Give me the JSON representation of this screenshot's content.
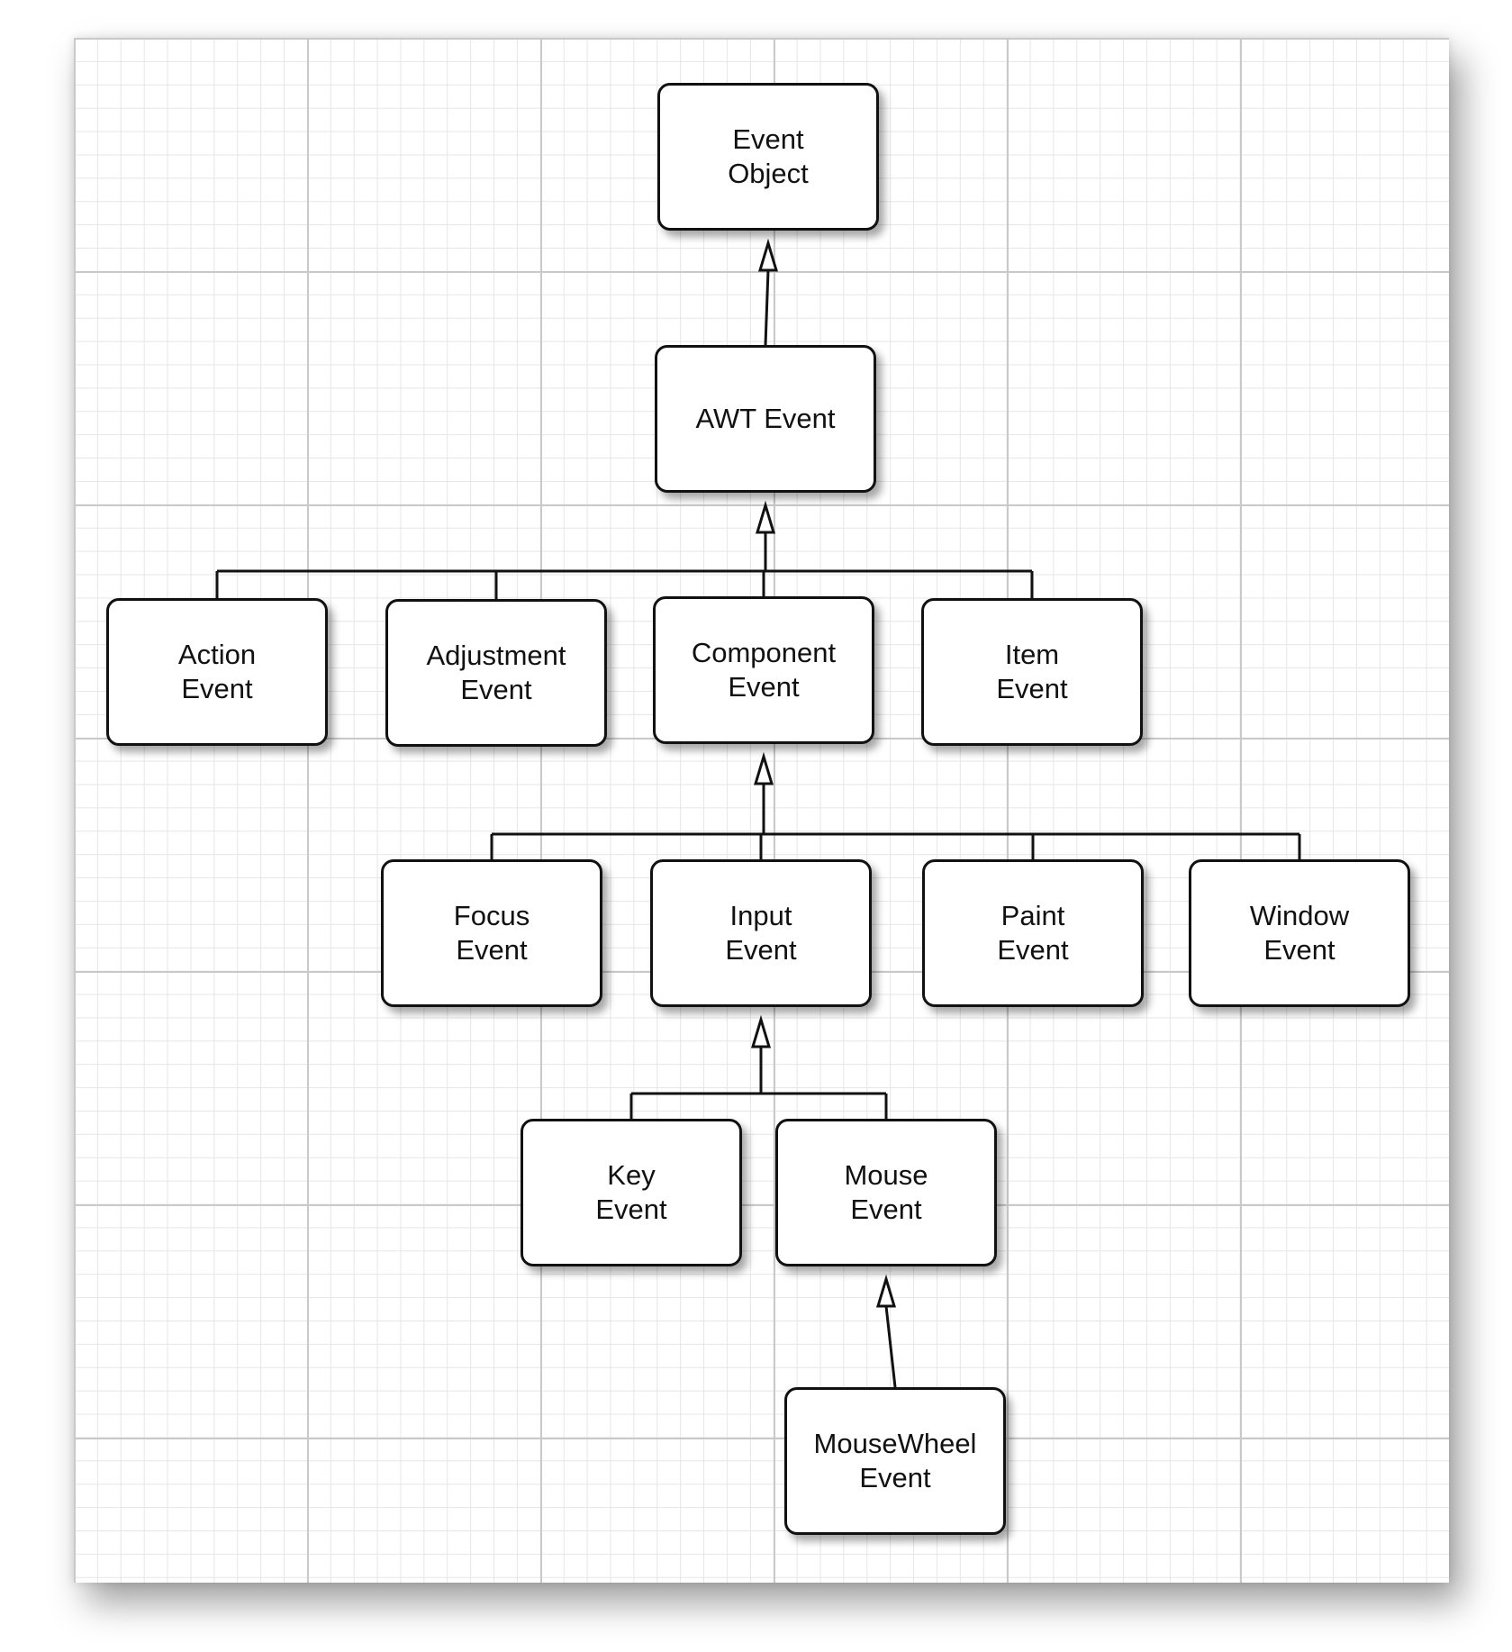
{
  "diagram": {
    "nodes": [
      {
        "id": "event_object",
        "lines": [
          "Event",
          "Object"
        ]
      },
      {
        "id": "awt_event",
        "lines": [
          "AWT Event"
        ]
      },
      {
        "id": "action_event",
        "lines": [
          "Action",
          "Event"
        ]
      },
      {
        "id": "adjustment_event",
        "lines": [
          "Adjustment",
          "Event"
        ]
      },
      {
        "id": "component_event",
        "lines": [
          "Component",
          "Event"
        ]
      },
      {
        "id": "item_event",
        "lines": [
          "Item",
          "Event"
        ]
      },
      {
        "id": "focus_event",
        "lines": [
          "Focus",
          "Event"
        ]
      },
      {
        "id": "input_event",
        "lines": [
          "Input",
          "Event"
        ]
      },
      {
        "id": "paint_event",
        "lines": [
          "Paint",
          "Event"
        ]
      },
      {
        "id": "window_event",
        "lines": [
          "Window",
          "Event"
        ]
      },
      {
        "id": "key_event",
        "lines": [
          "Key",
          "Event"
        ]
      },
      {
        "id": "mouse_event",
        "lines": [
          "Mouse",
          "Event"
        ]
      },
      {
        "id": "mousewheel_event",
        "lines": [
          "MouseWheel",
          "Event"
        ]
      }
    ],
    "inheritance": [
      {
        "parent": "event_object",
        "children": [
          "awt_event"
        ]
      },
      {
        "parent": "awt_event",
        "children": [
          "action_event",
          "adjustment_event",
          "component_event",
          "item_event"
        ]
      },
      {
        "parent": "component_event",
        "children": [
          "focus_event",
          "input_event",
          "paint_event",
          "window_event"
        ]
      },
      {
        "parent": "input_event",
        "children": [
          "key_event",
          "mouse_event"
        ]
      },
      {
        "parent": "mouse_event",
        "children": [
          "mousewheel_event"
        ]
      }
    ],
    "colors": {
      "line": "#111111",
      "box_border": "#111111",
      "text": "#111111",
      "grid_major": "#c9c9c9",
      "grid_minor": "#e6e6e6"
    },
    "arrowhead": "hollow-triangle"
  }
}
